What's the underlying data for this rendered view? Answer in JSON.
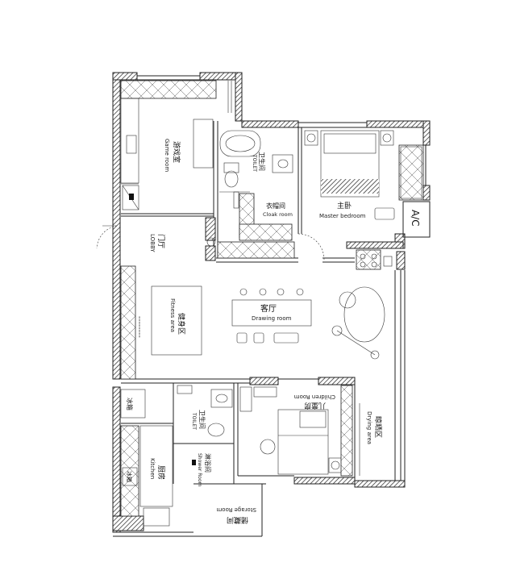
{
  "rooms": {
    "game_room": {
      "cn": "游戏室",
      "en": "Game room"
    },
    "lobby": {
      "cn": "门厅",
      "en": "LOBBY"
    },
    "fitness": {
      "cn": "健身区",
      "en": "Fitness area"
    },
    "toilet_top": {
      "cn": "卫生间",
      "en": "TOILET"
    },
    "cloak_room": {
      "cn": "衣帽间",
      "en": "Cloak room"
    },
    "master_bedroom": {
      "cn": "主卧",
      "en": "Master bedroom"
    },
    "ac": "A/C",
    "drawing_room": {
      "cn": "客厅",
      "en": "Drawing room"
    },
    "children_room": {
      "cn": "儿童房",
      "en": "Children Room"
    },
    "drying_area": {
      "cn": "晾晒区",
      "en": "Drying area"
    },
    "fridge": "冰箱",
    "toilet_bottom": {
      "cn": "卫生间",
      "en": "TOILET"
    },
    "shower_room": {
      "cn": "淋浴间",
      "en": "Shower Room"
    },
    "kitchen": {
      "cn": "厨房",
      "en": "Kitchen"
    },
    "fridge2": "冰箱",
    "storage_room": {
      "cn": "储藏间",
      "en": "Storage Room"
    }
  }
}
